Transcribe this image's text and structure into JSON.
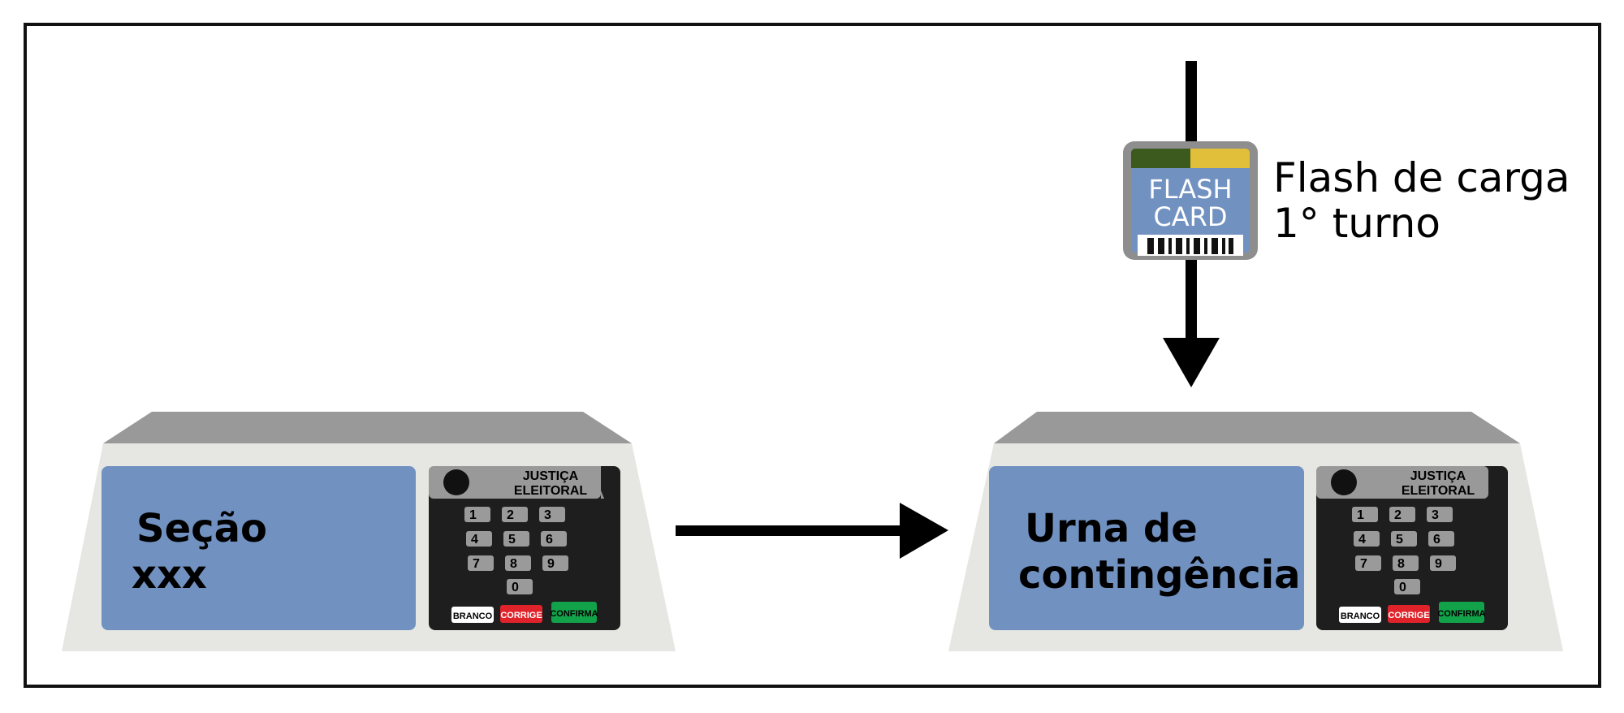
{
  "machines": [
    {
      "id": "secao",
      "screen_lines": [
        "Seção",
        "xxx"
      ],
      "brand_lines": [
        "JUSTIÇA",
        "ELEITORAL"
      ],
      "keys": [
        "1",
        "2",
        "3",
        "4",
        "5",
        "6",
        "7",
        "8",
        "9",
        "0"
      ],
      "buttons": [
        "BRANCO",
        "CORRIGE",
        "CONFIRMA"
      ]
    },
    {
      "id": "contingencia",
      "screen_lines": [
        "Urna de",
        "contingência"
      ],
      "brand_lines": [
        "JUSTIÇA",
        "ELEITORAL"
      ],
      "keys": [
        "1",
        "2",
        "3",
        "4",
        "5",
        "6",
        "7",
        "8",
        "9",
        "0"
      ],
      "buttons": [
        "BRANCO",
        "CORRIGE",
        "CONFIRMA"
      ]
    }
  ],
  "flash_card": {
    "lines": [
      "FLASH",
      "CARD"
    ],
    "label_lines": [
      "Flash de carga",
      "1° turno"
    ]
  },
  "colors": {
    "screen": "#7191c1",
    "body": "#e6e6e2",
    "top": "#999999",
    "keypad": "#1e1e1e",
    "key": "#9a9a9a",
    "branco": "#ffffff",
    "corrige": "#e0232b",
    "confirma": "#12a34a",
    "card_green": "#3c5a1e",
    "card_yellow": "#e2bf3a",
    "card_blue": "#7191c1",
    "card_border": "#8e8e8e"
  }
}
